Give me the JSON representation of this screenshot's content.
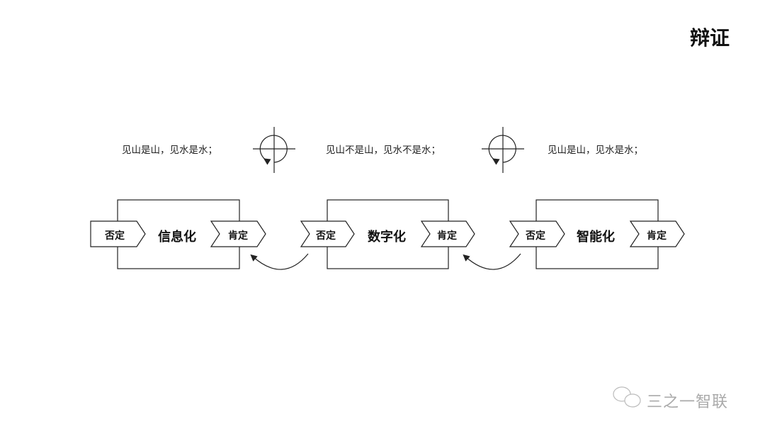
{
  "title": "辩证",
  "phrases": [
    "见山是山，见水是水；",
    "见山不是山，见水不是水；",
    "见山是山，见水是水；"
  ],
  "stages": [
    {
      "in_label": "否定",
      "name": "信息化",
      "out_label": "肯定"
    },
    {
      "in_label": "否定",
      "name": "数字化",
      "out_label": "肯定"
    },
    {
      "in_label": "否定",
      "name": "智能化",
      "out_label": "肯定"
    }
  ],
  "watermark": "三之一智联"
}
